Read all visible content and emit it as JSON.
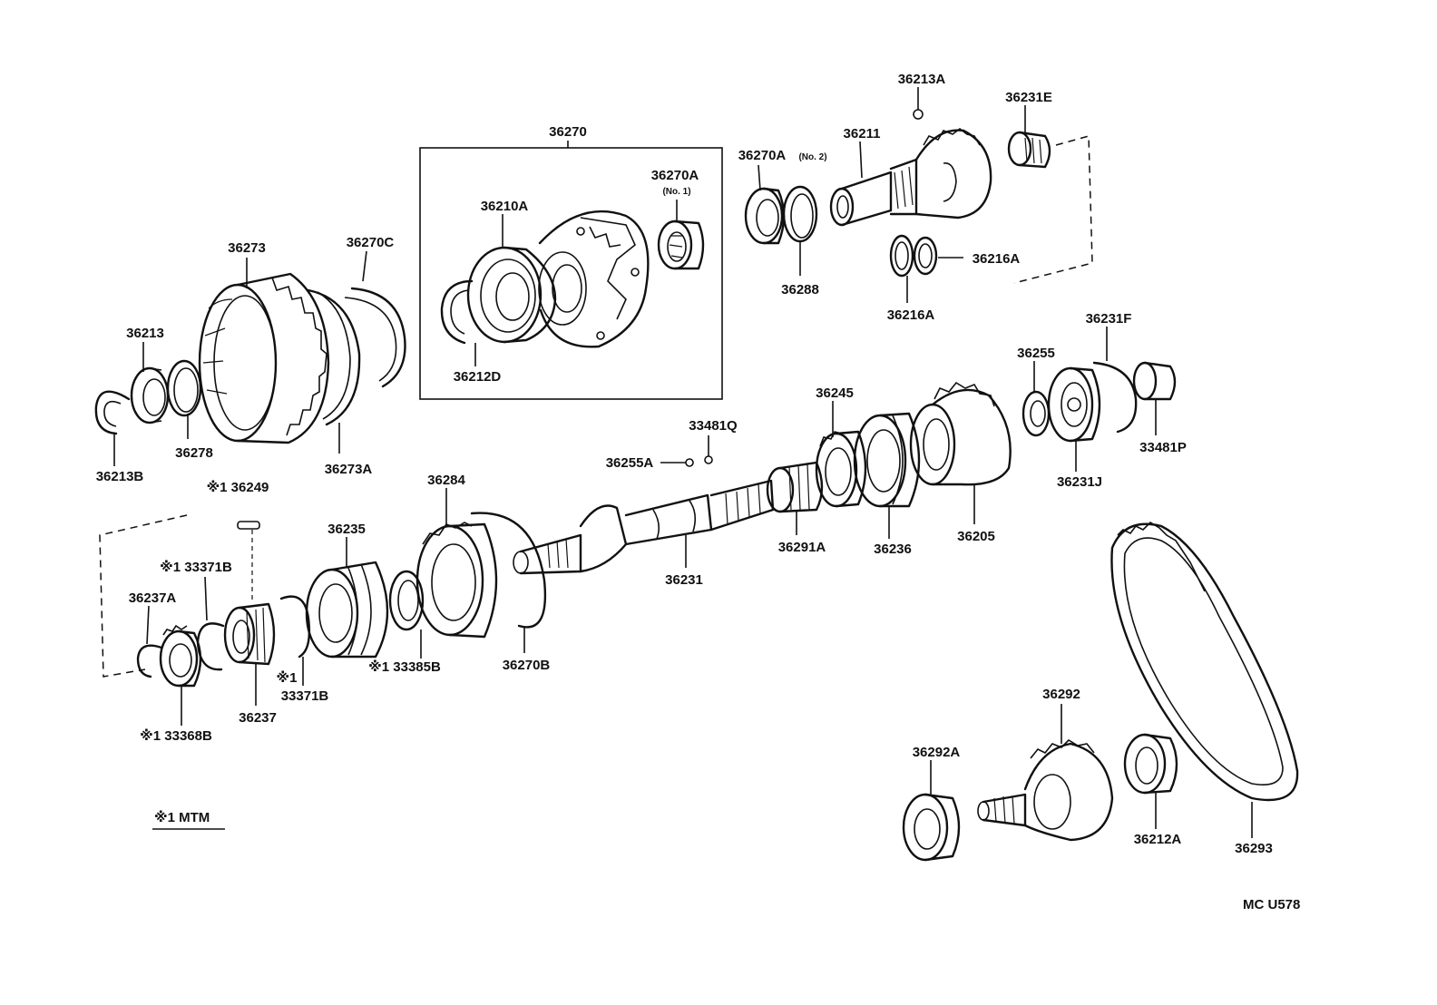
{
  "labels": {
    "p36270": "36270",
    "p36213A": "36213A",
    "p36231E": "36231E",
    "p36211": "36211",
    "p36270A_no2": "36270A",
    "p36270A_no2_sub": "(No. 2)",
    "p36270A_no1": "36270A",
    "p36270A_no1_sub": "(No. 1)",
    "p36210A": "36210A",
    "p36273": "36273",
    "p36270C": "36270C",
    "p36216A_r": "36216A",
    "p36288": "36288",
    "p36216A_b": "36216A",
    "p36213": "36213",
    "p36212D": "36212D",
    "p36231F": "36231F",
    "p36255": "36255",
    "p36245": "36245",
    "p33481Q": "33481Q",
    "p36255A": "36255A",
    "p36278": "36278",
    "p33481P": "33481P",
    "p36213B": "36213B",
    "p36273A": "36273A",
    "p36231J": "36231J",
    "p36249": "※1 36249",
    "p36284": "36284",
    "p36205": "36205",
    "p36235": "36235",
    "p36291A": "36291A",
    "p36236": "36236",
    "p33371B_t": "※1 33371B",
    "p36231": "36231",
    "p36237A": "36237A",
    "p36270B": "36270B",
    "p33385B": "※1 33385B",
    "p33371B_b1": "※1",
    "p33371B_b2": "33371B",
    "p36237": "36237",
    "p33368B": "※1 33368B",
    "p36292": "36292",
    "p36292A": "36292A",
    "p36212A": "36212A",
    "p36293": "36293"
  },
  "legend": "※1 MTM",
  "figure_code": "MC  U578"
}
